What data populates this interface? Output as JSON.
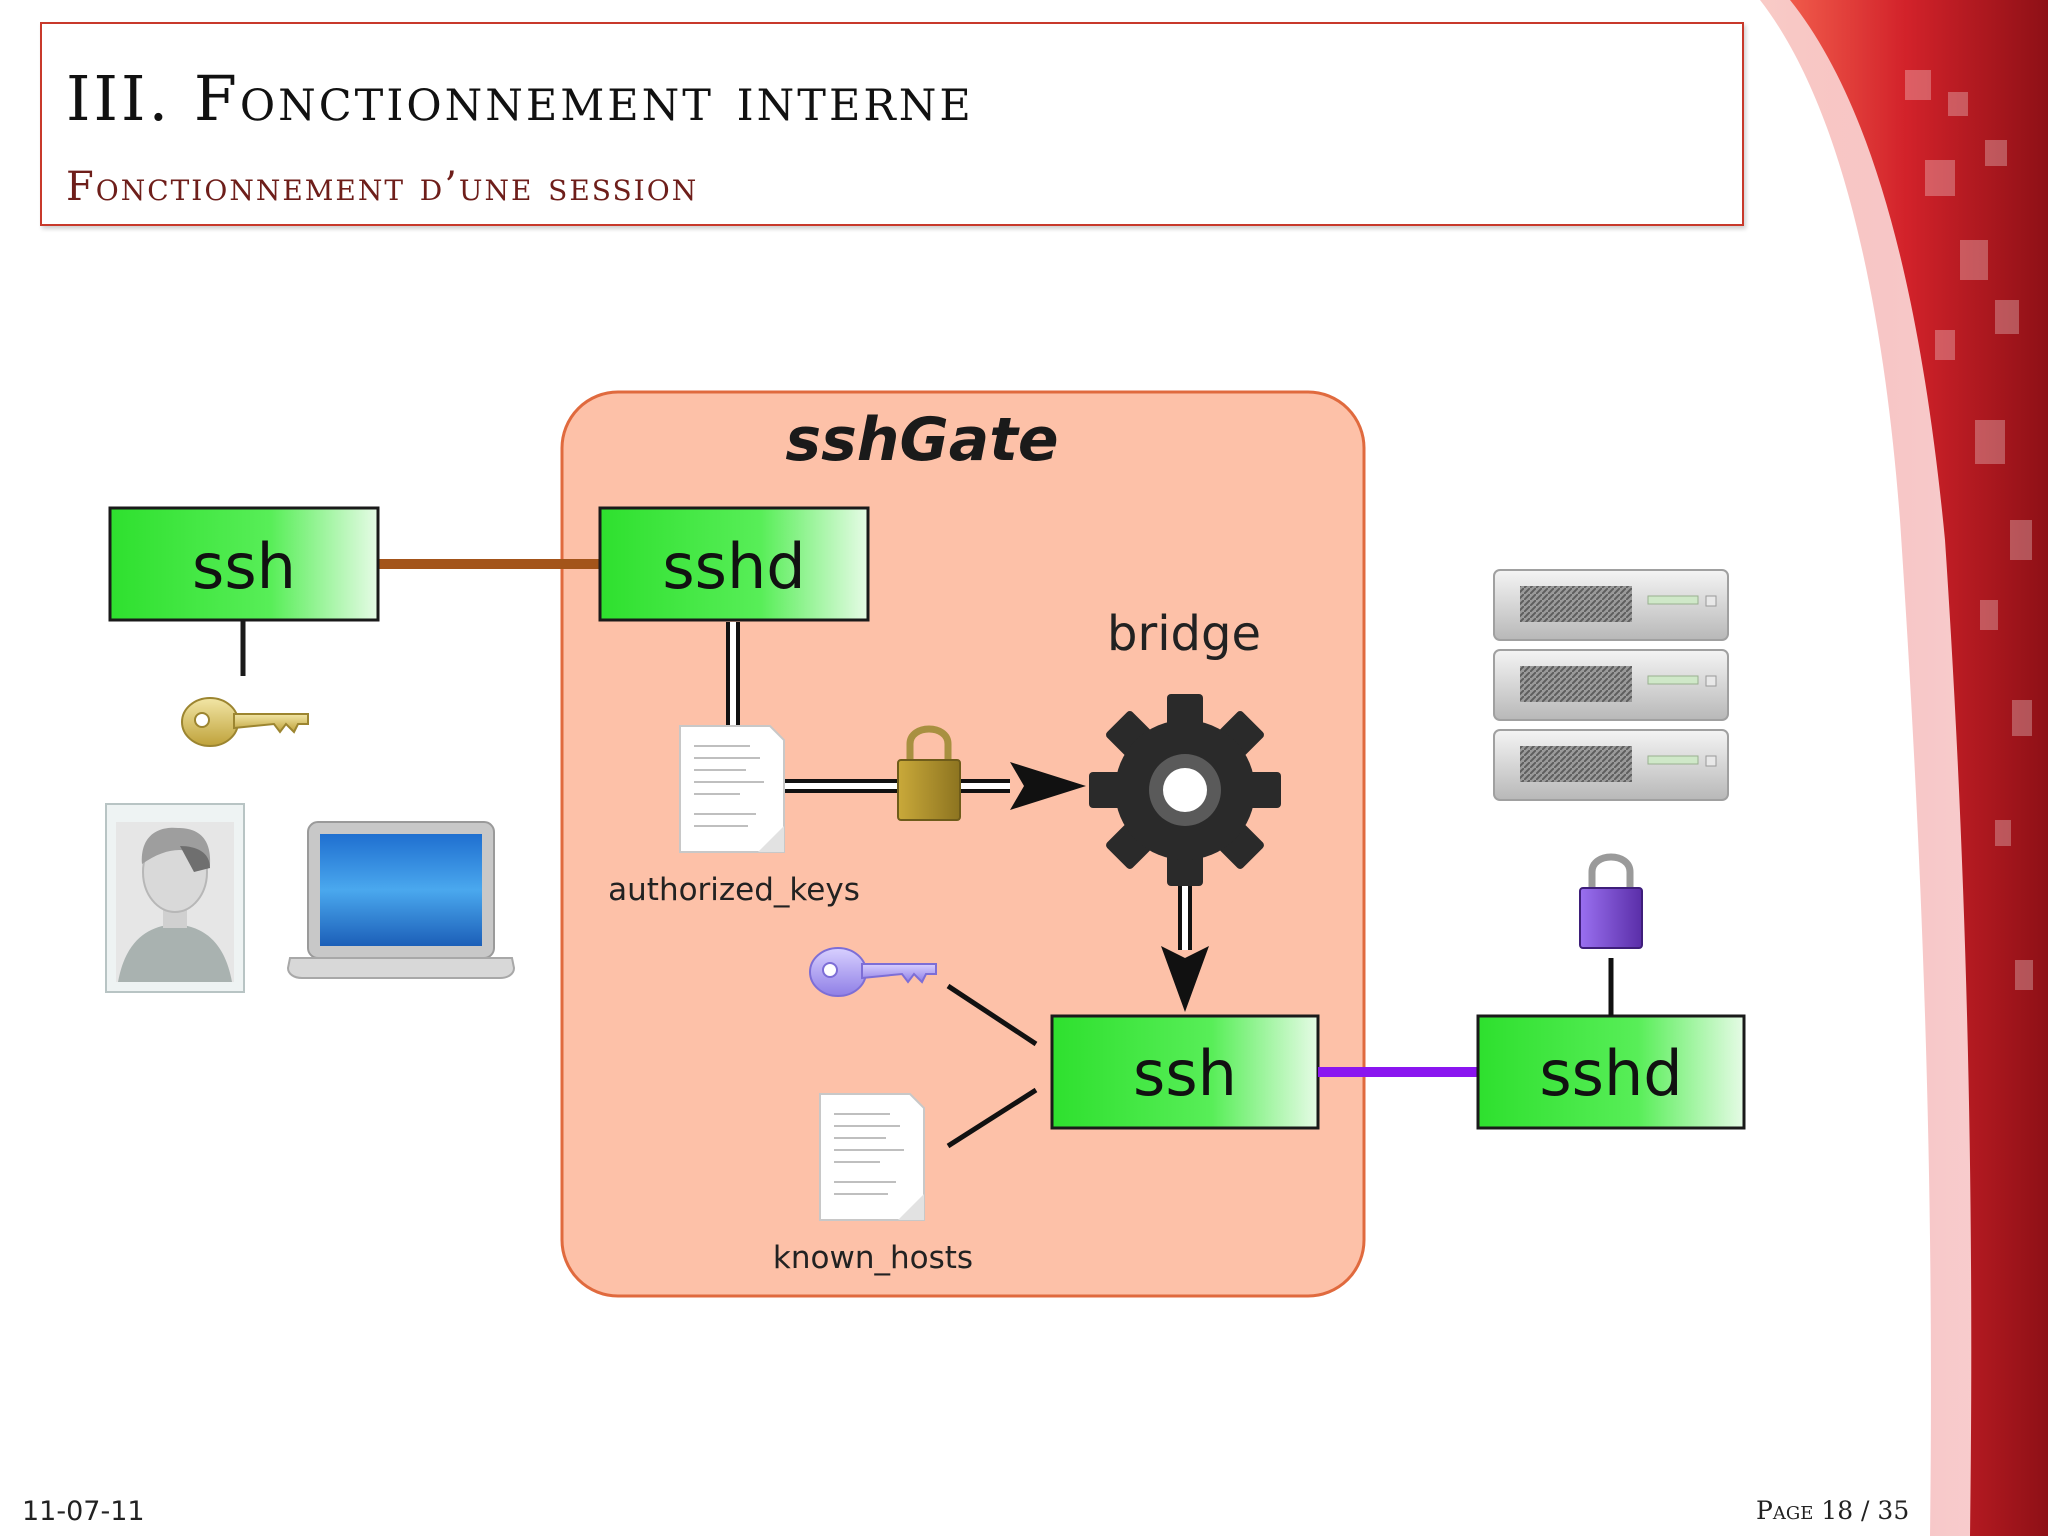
{
  "slide": {
    "title": "III. Fonctionnement interne",
    "subtitle": "Fonctionnement d’une session"
  },
  "diagram": {
    "gateway_label": "sshGate",
    "client_ssh_label": "ssh",
    "gateway_sshd_label": "sshd",
    "bridge_label": "bridge",
    "authorized_keys_label": "authorized_keys",
    "known_hosts_label": "known_hosts",
    "gateway_ssh_label": "ssh",
    "server_sshd_label": "sshd"
  },
  "footer": {
    "date": "11-07-11",
    "page_word": "Page",
    "page_number": "18 / 35"
  },
  "colors": {
    "accent_red": "#c8392b",
    "gateway_fill": "#fdc1a8",
    "gateway_border": "#e06a3e",
    "box_green": "#3ee83e",
    "client_link": "#a3541a",
    "server_link": "#8a16f0",
    "gold_key": "#d9c25a",
    "purple_key": "#a898f0"
  },
  "icons": [
    "user-photo-icon",
    "laptop-icon",
    "gold-key-icon",
    "purple-key-icon",
    "gold-lock-icon",
    "purple-lock-icon",
    "gear-icon",
    "server-rack-icon",
    "document-icon"
  ]
}
